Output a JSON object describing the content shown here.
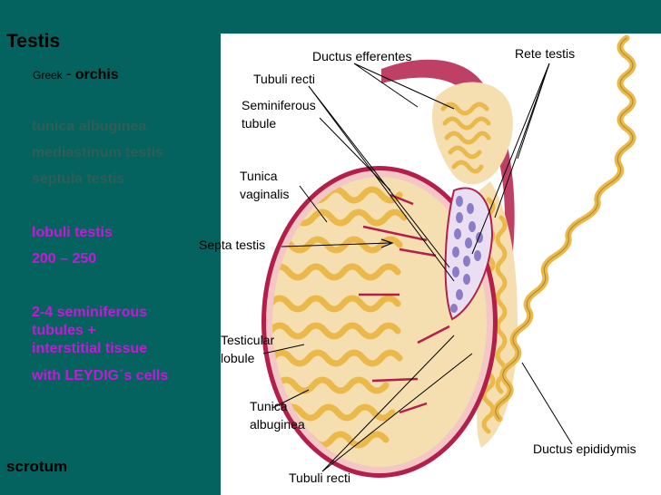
{
  "slide": {
    "title": "Testis",
    "greek_label": "Greek",
    "greek_sep": "-",
    "greek_word": "orchis",
    "items_dim": [
      "tunica albuginea",
      "mediastinum testis",
      "septula testis"
    ],
    "lobuli": "lobuli testis",
    "lobuli_count": "200 – 250",
    "tubules": [
      "2-4 seminiferous",
      "tubules +",
      "interstitial tissue",
      "with LEYDIG´s cells"
    ],
    "scrotum": "scrotum"
  },
  "diagram": {
    "labels": {
      "ductus_efferentes": "Ductus efferentes",
      "rete_testis": "Rete testis",
      "tubuli_recti_top": "Tubuli recti",
      "seminiferous_1": "Seminiferous",
      "seminiferous_2": "tubule",
      "tunica_vag_1": "Tunica",
      "tunica_vag_2": "vaginalis",
      "septa_testis": "Septa testis",
      "testicular_1": "Testicular",
      "testicular_2": "lobule",
      "tunica_alb_1": "Tunica",
      "tunica_alb_2": "albuginea",
      "ductus_epididymis": "Ductus epididymis",
      "tubuli_recti_bottom": "Tubuli recti"
    },
    "colors": {
      "albuginea": "#b41e4a",
      "tubule": "#eab94a",
      "lobule_bg": "#f5deb0",
      "rete": "#8a7cc6",
      "background": "#04625f"
    }
  }
}
